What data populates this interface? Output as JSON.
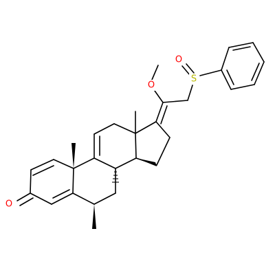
{
  "molecule": {
    "atoms": {
      "ketone_oxygen": "O",
      "methoxy_oxygen": "O",
      "sulfoxide_sulfur": "S",
      "sulfoxide_oxygen": "O"
    }
  },
  "colors": {
    "background": "#ffffff",
    "bond": "#000000",
    "oxygen": "#ff0000",
    "sulfur": "#b8b800"
  }
}
